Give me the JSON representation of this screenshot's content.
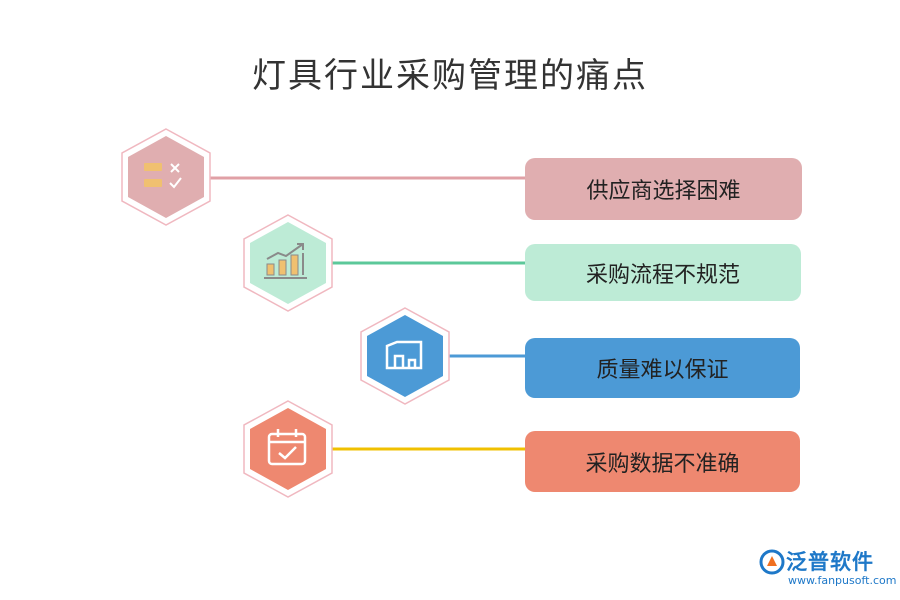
{
  "title": "灯具行业采购管理的痛点",
  "items": [
    {
      "label": "供应商选择困难",
      "color": "#e0aeb0",
      "line_color": "#e0a0a6",
      "icon": "checklist-icon",
      "icon_color": "#f0c070"
    },
    {
      "label": "采购流程不规范",
      "color": "#bdebd6",
      "line_color": "#5cc89a",
      "icon": "bar-chart-trend-icon",
      "icon_color": "#f0c070"
    },
    {
      "label": "质量难以保证",
      "color": "#4c9ad6",
      "line_color": "#4c9ad6",
      "icon": "building-icon",
      "icon_color": "#ffffff"
    },
    {
      "label": "采购数据不准确",
      "color": "#ee8870",
      "line_color": "#f0c000",
      "icon": "calendar-check-icon",
      "icon_color": "#ffffff"
    }
  ],
  "watermark": {
    "brand": "泛普软件",
    "url": "www.fanpusoft.com"
  }
}
